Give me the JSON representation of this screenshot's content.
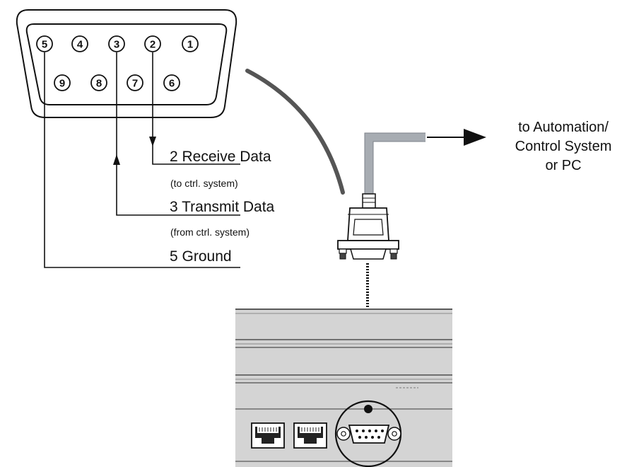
{
  "connector": {
    "top_row_pins": [
      "5",
      "4",
      "3",
      "2",
      "1"
    ],
    "bottom_row_pins": [
      "9",
      "8",
      "7",
      "6"
    ]
  },
  "signals": {
    "receive_label": "2 Receive Data",
    "receive_note": "(to ctrl. system)",
    "transmit_label": "3 Transmit Data",
    "transmit_note": "(from ctrl. system)",
    "ground_label": "5 Ground"
  },
  "destination": {
    "line1": "to Automation/",
    "line2": "Control System",
    "line3": "or PC"
  },
  "colors": {
    "ink": "#111111",
    "cable_grey": "#a7acb2",
    "panel_fill": "#d4d4d4",
    "panel_line": "#5a5a5a"
  }
}
